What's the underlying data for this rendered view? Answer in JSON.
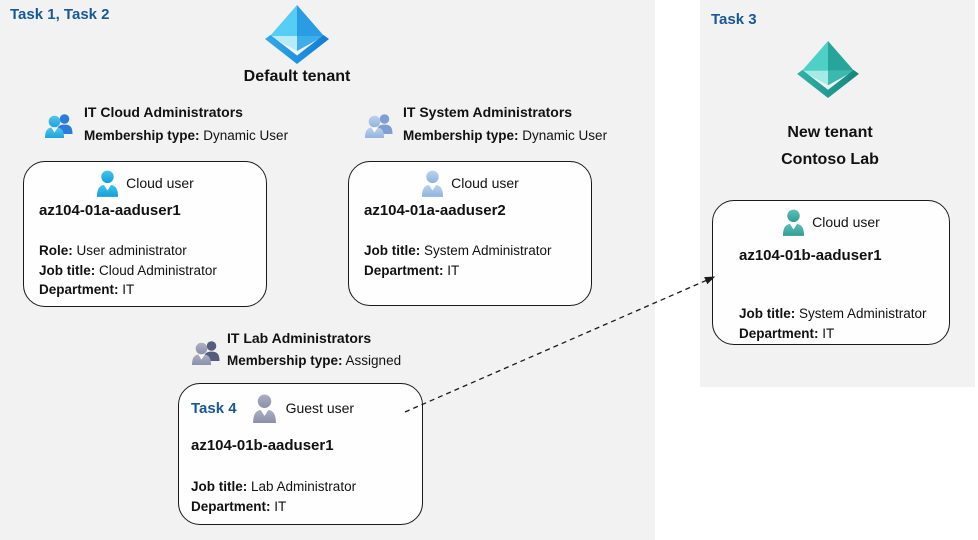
{
  "colors": {
    "task_label_blue": "#1a5796",
    "panel_background": "#f2f2f2",
    "azure_ad_blue": "#2a9ce4",
    "azure_ad_teal": "#28a59b",
    "cloud_user_cyan": "#29b2e5",
    "cloud_user_pale_blue": "#a5c3e7",
    "guest_user_gray": "#999db4",
    "cloud_user_teal": "#45b0a7"
  },
  "tasks": {
    "left_label": "Task 1, Task 2",
    "right_label": "Task 3",
    "guest_label": "Task 4"
  },
  "default_tenant": {
    "title": "Default tenant",
    "groups": [
      {
        "name": "IT Cloud Administrators",
        "membership_label": "Membership type:",
        "membership_value": "Dynamic User"
      },
      {
        "name": "IT System Administrators",
        "membership_label": "Membership type:",
        "membership_value": "Dynamic User"
      },
      {
        "name": "IT Lab Administrators",
        "membership_label": "Membership type:",
        "membership_value": "Assigned"
      }
    ],
    "users": [
      {
        "type_label": "Cloud user",
        "name": "az104-01a-aaduser1",
        "fields": [
          {
            "label": "Role:",
            "value": "User administrator"
          },
          {
            "label": "Job title:",
            "value": "Cloud Administrator"
          },
          {
            "label": "Department:",
            "value": "IT"
          }
        ]
      },
      {
        "type_label": "Cloud user",
        "name": "az104-01a-aaduser2",
        "fields": [
          {
            "label": "Job title:",
            "value": "System Administrator"
          },
          {
            "label": "Department:",
            "value": "IT"
          }
        ]
      },
      {
        "type_label": "Guest user",
        "name": "az104-01b-aaduser1",
        "fields": [
          {
            "label": "Job title:",
            "value": "Lab Administrator"
          },
          {
            "label": "Department:",
            "value": "IT"
          }
        ]
      }
    ]
  },
  "new_tenant": {
    "title_line1": "New tenant",
    "title_line2": "Contoso Lab",
    "user": {
      "type_label": "Cloud user",
      "name": "az104-01b-aaduser1",
      "fields": [
        {
          "label": "Job title:",
          "value": "System Administrator"
        },
        {
          "label": "Department:",
          "value": "IT"
        }
      ]
    }
  }
}
